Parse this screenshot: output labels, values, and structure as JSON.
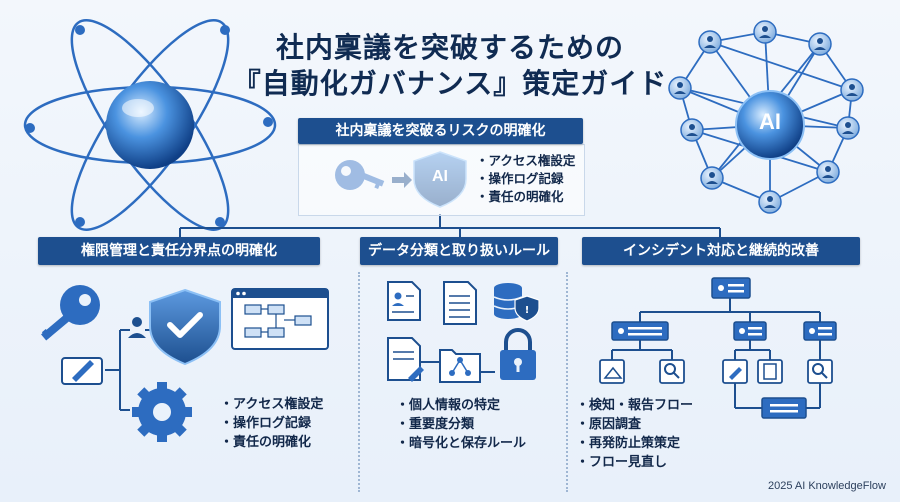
{
  "title": {
    "line1": "社内稟議を突破するための",
    "line2": "『自動化ガバナンス』策定ガイド"
  },
  "top_section": {
    "header": "社内稟議を突破るリスクの明確化",
    "badge_text": "AI",
    "items": [
      "アクセス権設定",
      "操作ログ記録",
      "責任の明確化"
    ]
  },
  "network_badge_text": "AI",
  "columns": [
    {
      "header": "権限管理と責任分界点の明確化",
      "items": [
        "アクセス権設定",
        "操作ログ記録",
        "責任の明確化"
      ]
    },
    {
      "header": "データ分類と取り扱いルール",
      "items": [
        "個人情報の特定",
        "重要度分類",
        "暗号化と保存ルール"
      ]
    },
    {
      "header": "インシデント対応と継続的改善",
      "items": [
        "検知・報告フロー",
        "原因調査",
        "再発防止策策定",
        "フロー見直し"
      ]
    }
  ],
  "footer": "2025 AI KnowledgeFlow",
  "colors": {
    "primary": "#1d4f8f",
    "accent": "#3b7fd4",
    "background": "#eef4fb"
  }
}
